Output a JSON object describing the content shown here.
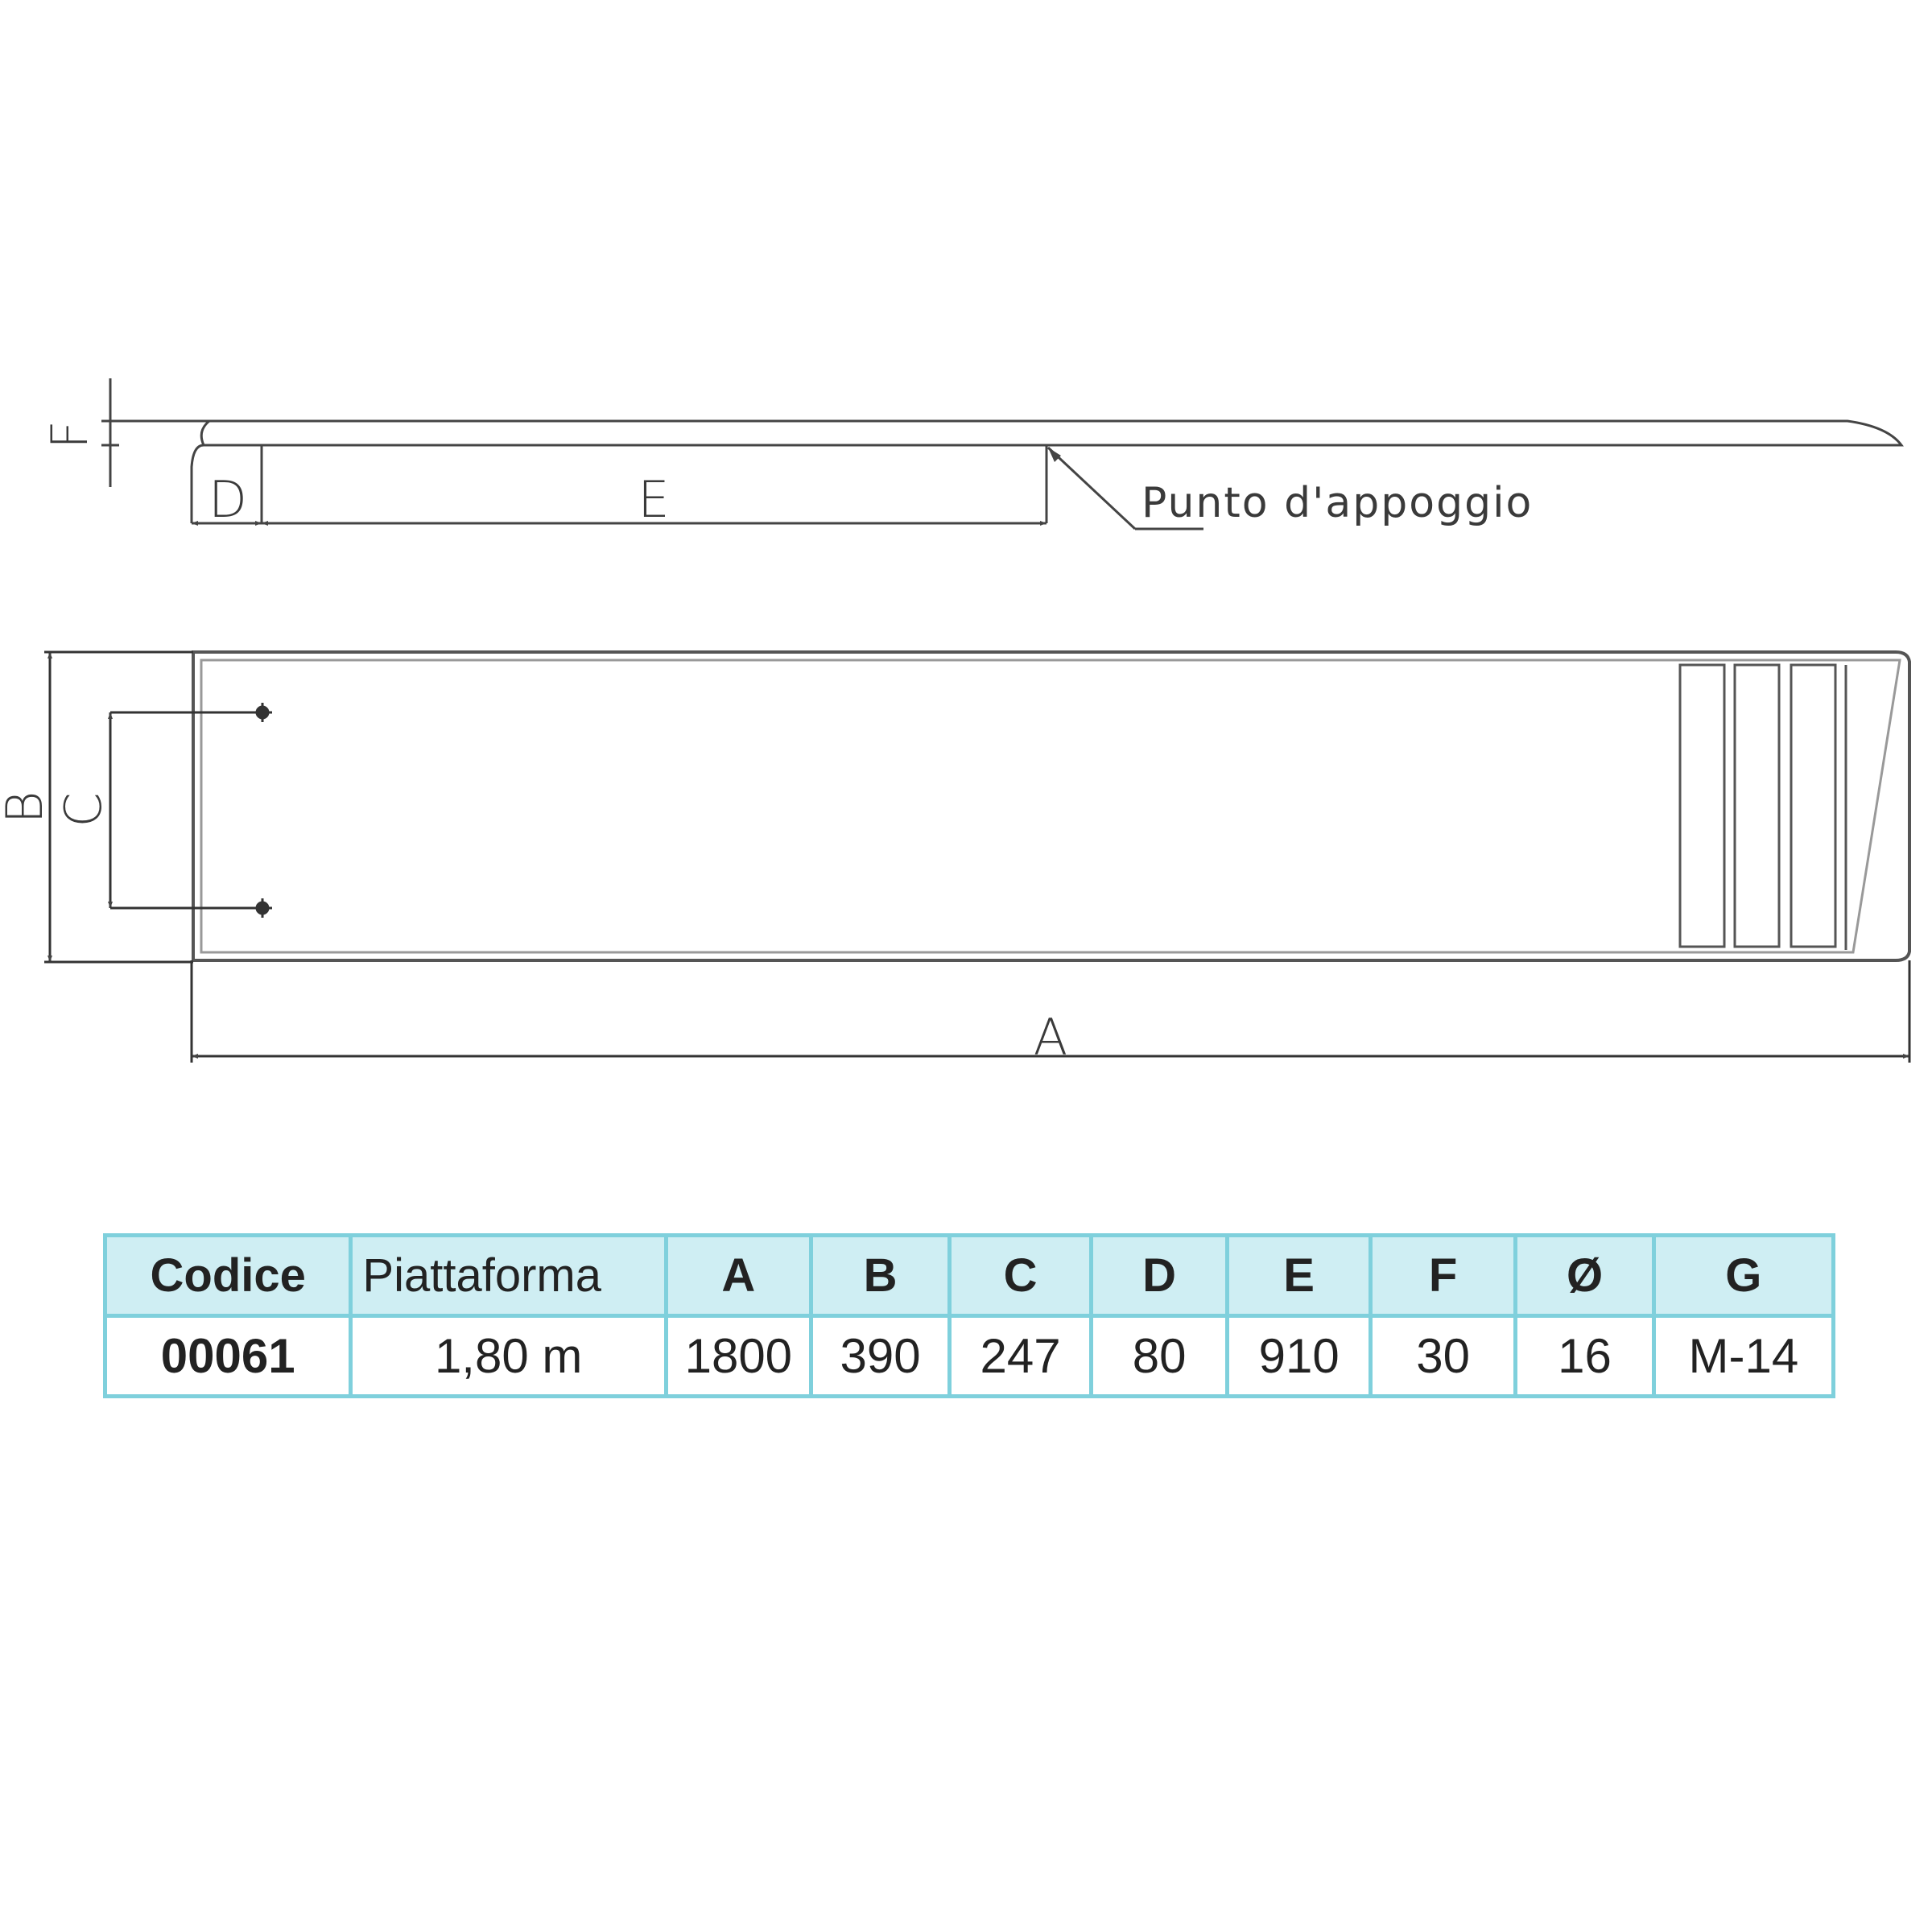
{
  "drawing": {
    "labels": {
      "a": "A",
      "b": "B",
      "c": "C",
      "d": "D",
      "e": "E",
      "f": "F",
      "support_point": "Punto d'appoggio"
    }
  },
  "table": {
    "headers": [
      "Codice",
      "Piattaforma",
      "A",
      "B",
      "C",
      "D",
      "E",
      "F",
      "Ø",
      "G"
    ],
    "rows": [
      [
        "00061",
        "1,80 m",
        "1800",
        "390",
        "247",
        "80",
        "910",
        "30",
        "16",
        "M-14"
      ]
    ]
  }
}
